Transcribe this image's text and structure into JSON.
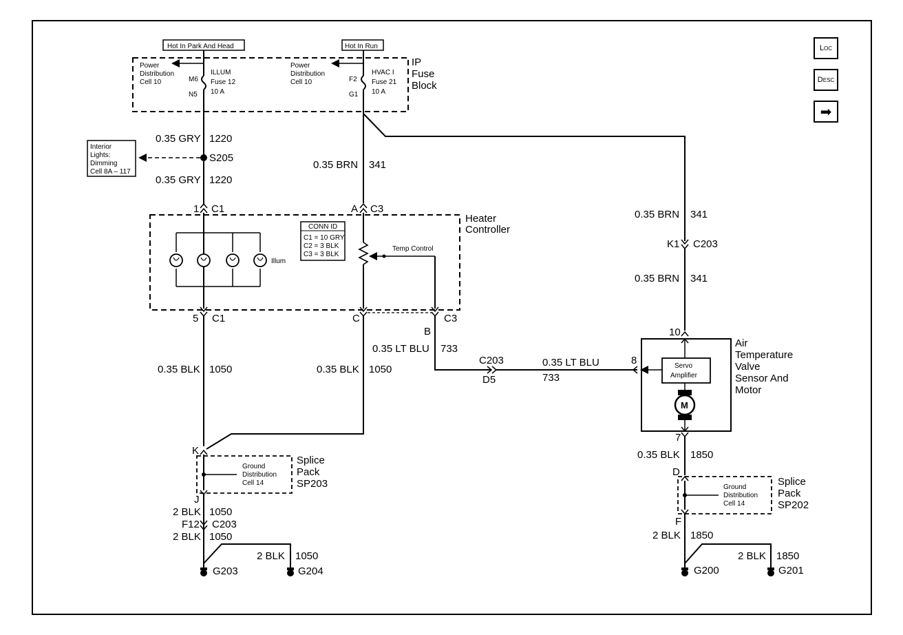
{
  "nav": {
    "loc_main": "L",
    "loc_sub1": "O",
    "loc_sub2": "C",
    "desc_main": "D",
    "desc_sub1": "E",
    "desc_sub2": "S",
    "desc_sub3": "C",
    "next_glyph": "➡"
  },
  "fuse_block": {
    "hot_park": "Hot In Park And Head",
    "hot_run": "Hot In Run",
    "title_1": "IP",
    "title_2": "Fuse",
    "title_3": "Block",
    "pd1_l1": "Power",
    "pd1_l2": "Distribution",
    "pd1_l3": "Cell 10",
    "pd2_l1": "Power",
    "pd2_l2": "Distribution",
    "pd2_l3": "Cell 10",
    "m6": "M6",
    "n5": "N5",
    "illum_1": "ILLUM",
    "illum_2": "Fuse 12",
    "illum_3": "10 A",
    "f2": "F2",
    "g1": "G1",
    "hvac_1": "HVAC I",
    "hvac_2": "Fuse 21",
    "hvac_3": "10 A"
  },
  "wires": {
    "gry1_gauge": "0.35 GRY",
    "gry1_num": "1220",
    "gry2_gauge": "0.35 GRY",
    "gry2_num": "1220",
    "s205": "S205",
    "brn_gauge": "0.35 BRN",
    "brn_num": "341",
    "brn2_gauge": "0.35 BRN",
    "brn2_num": "341",
    "brn3_gauge": "0.35 BRN",
    "brn3_num": "341",
    "blk1_gauge": "0.35 BLK",
    "blk1_num": "1050",
    "blk2_gauge": "0.35 BLK",
    "blk2_num": "1050",
    "ltblu1_gauge": "0.35 LT BLU",
    "ltblu1_num": "733",
    "ltblu2_gauge": "0.35 LT BLU",
    "ltblu2_num": "733",
    "blk3_gauge": "0.35 BLK",
    "blk3_num": "1850",
    "b2a_gauge": "2 BLK",
    "b2a_num": "1050",
    "b2b_gauge": "2 BLK",
    "b2b_num": "1050",
    "b2c_gauge": "2 BLK",
    "b2c_num": "1050",
    "b2d_gauge": "2 BLK",
    "b2d_num": "1850",
    "b2e_gauge": "2 BLK",
    "b2e_num": "1850"
  },
  "interior": {
    "l1": "Interior",
    "l2": "Lights:",
    "l3": "Dimming",
    "l4": "Cell 8A – 117"
  },
  "heater": {
    "title_1": "Heater",
    "title_2": "Controller",
    "conn_title": "CONN ID",
    "conn_1": "C1 = 10 GRY",
    "conn_2": "C2 = 3 BLK",
    "conn_3": "C3 = 3 BLK",
    "temp": "Temp Control",
    "illum": "Illum",
    "pin1": "1",
    "c1a": "C1",
    "pinA": "A",
    "c3a": "C3",
    "pin5": "5",
    "c1b": "C1",
    "pinC": "C",
    "pinB": "B",
    "c3b": "C3"
  },
  "connectors": {
    "c203a": "C203",
    "d5": "D5",
    "k1": "K1",
    "c203b": "C203",
    "f12": "F12",
    "c203c": "C203",
    "pin8": "8",
    "pin10": "10",
    "pin7": "7",
    "pinK": "K",
    "pinJ": "J",
    "pinD": "D",
    "pinF": "F"
  },
  "actuator": {
    "t1": "Air",
    "t2": "Temperature",
    "t3": "Valve",
    "t4": "Sensor And",
    "t5": "Motor",
    "servo_1": "Servo",
    "servo_2": "Amplifier",
    "motor": "M"
  },
  "splice203": {
    "t1": "Splice",
    "t2": "Pack",
    "t3": "SP203",
    "g1": "Ground",
    "g2": "Distribution",
    "g3": "Cell 14"
  },
  "splice202": {
    "t1": "Splice",
    "t2": "Pack",
    "t3": "SP202",
    "g1": "Ground",
    "g2": "Distribution",
    "g3": "Cell 14"
  },
  "grounds": {
    "g203": "G203",
    "g204": "G204",
    "g200": "G200",
    "g201": "G201"
  }
}
